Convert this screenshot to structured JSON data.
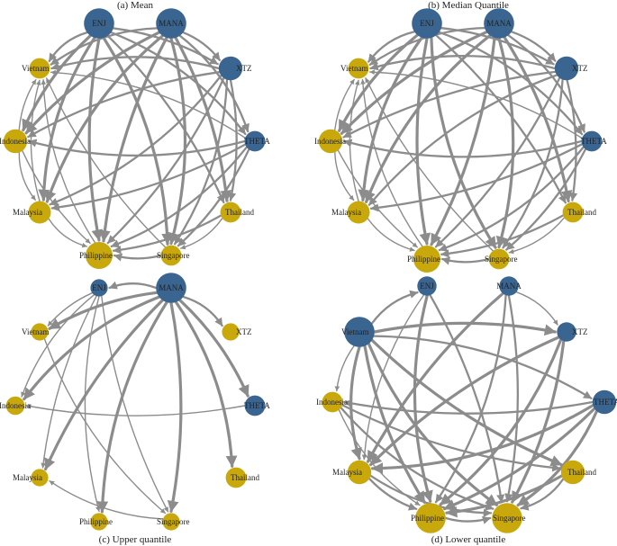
{
  "colors": {
    "crypto": "#3a6590",
    "country": "#c9a80c",
    "edge": "#8c8c8c"
  },
  "panels": [
    {
      "id": "mean",
      "caption": "(a)  Mean",
      "nodes": [
        {
          "key": "ENJ",
          "label": "ENJ",
          "group": "crypto",
          "size": 3
        },
        {
          "key": "MANA",
          "label": "MANA",
          "group": "crypto",
          "size": 3
        },
        {
          "key": "XTZ",
          "label": "XTZ",
          "group": "crypto",
          "size": 2
        },
        {
          "key": "THETA",
          "label": "THETA",
          "group": "crypto",
          "size": 1.5
        },
        {
          "key": "Thailand",
          "label": "Thailand",
          "group": "country",
          "size": 1.5
        },
        {
          "key": "Singapore",
          "label": "Singapore",
          "group": "country",
          "size": 1.5
        },
        {
          "key": "Philippine",
          "label": "Philippine",
          "group": "country",
          "size": 2.5
        },
        {
          "key": "Malaysia",
          "label": "Malaysia",
          "group": "country",
          "size": 1.8
        },
        {
          "key": "Indonesia",
          "label": "Indonesia",
          "group": "country",
          "size": 2
        },
        {
          "key": "Vietnam",
          "label": "Vietnam",
          "group": "country",
          "size": 1.5
        }
      ],
      "edges": [
        {
          "from": "ENJ",
          "to": "Vietnam",
          "weight": 2
        },
        {
          "from": "ENJ",
          "to": "Indonesia",
          "weight": 3
        },
        {
          "from": "ENJ",
          "to": "Malaysia",
          "weight": 3
        },
        {
          "from": "ENJ",
          "to": "Philippine",
          "weight": 3
        },
        {
          "from": "ENJ",
          "to": "Singapore",
          "weight": 3
        },
        {
          "from": "ENJ",
          "to": "Thailand",
          "weight": 2
        },
        {
          "from": "ENJ",
          "to": "THETA",
          "weight": 2
        },
        {
          "from": "ENJ",
          "to": "XTZ",
          "weight": 2
        },
        {
          "from": "MANA",
          "to": "Vietnam",
          "weight": 2
        },
        {
          "from": "MANA",
          "to": "Indonesia",
          "weight": 3
        },
        {
          "from": "MANA",
          "to": "Malaysia",
          "weight": 3
        },
        {
          "from": "MANA",
          "to": "Philippine",
          "weight": 3
        },
        {
          "from": "MANA",
          "to": "Singapore",
          "weight": 3
        },
        {
          "from": "MANA",
          "to": "Thailand",
          "weight": 3
        },
        {
          "from": "MANA",
          "to": "THETA",
          "weight": 2
        },
        {
          "from": "MANA",
          "to": "XTZ",
          "weight": 2
        },
        {
          "from": "XTZ",
          "to": "Vietnam",
          "weight": 2
        },
        {
          "from": "XTZ",
          "to": "Indonesia",
          "weight": 2
        },
        {
          "from": "XTZ",
          "to": "Malaysia",
          "weight": 2
        },
        {
          "from": "XTZ",
          "to": "Philippine",
          "weight": 2
        },
        {
          "from": "XTZ",
          "to": "Singapore",
          "weight": 2
        },
        {
          "from": "XTZ",
          "to": "Thailand",
          "weight": 2
        },
        {
          "from": "THETA",
          "to": "Indonesia",
          "weight": 2
        },
        {
          "from": "THETA",
          "to": "Malaysia",
          "weight": 2
        },
        {
          "from": "THETA",
          "to": "Philippine",
          "weight": 2
        },
        {
          "from": "THETA",
          "to": "Singapore",
          "weight": 2
        },
        {
          "from": "THETA",
          "to": "Vietnam",
          "weight": 1
        },
        {
          "from": "Indonesia",
          "to": "Vietnam",
          "weight": 1
        },
        {
          "from": "Indonesia",
          "to": "Malaysia",
          "weight": 1
        },
        {
          "from": "Indonesia",
          "to": "Philippine",
          "weight": 1
        },
        {
          "from": "Malaysia",
          "to": "Philippine",
          "weight": 1
        },
        {
          "from": "Singapore",
          "to": "Philippine",
          "weight": 2
        },
        {
          "from": "Thailand",
          "to": "Singapore",
          "weight": 1
        },
        {
          "from": "Thailand",
          "to": "Philippine",
          "weight": 2
        },
        {
          "from": "Philippine",
          "to": "Vietnam",
          "weight": 1
        },
        {
          "from": "Singapore",
          "to": "Vietnam",
          "weight": 1
        },
        {
          "from": "Malaysia",
          "to": "Vietnam",
          "weight": 1
        }
      ]
    },
    {
      "id": "median",
      "caption": "(b)  Median Quantile",
      "nodes": [
        {
          "key": "ENJ",
          "label": "ENJ",
          "group": "crypto",
          "size": 3
        },
        {
          "key": "MANA",
          "label": "MANA",
          "group": "crypto",
          "size": 3
        },
        {
          "key": "XTZ",
          "label": "XTZ",
          "group": "crypto",
          "size": 2
        },
        {
          "key": "THETA",
          "label": "THETA",
          "group": "crypto",
          "size": 1.5
        },
        {
          "key": "Thailand",
          "label": "Thailand",
          "group": "country",
          "size": 1.5
        },
        {
          "key": "Singapore",
          "label": "Singapore",
          "group": "country",
          "size": 1.5
        },
        {
          "key": "Philippine",
          "label": "Philippine",
          "group": "country",
          "size": 2.5
        },
        {
          "key": "Malaysia",
          "label": "Malaysia",
          "group": "country",
          "size": 1.8
        },
        {
          "key": "Indonesia",
          "label": "Indonesia",
          "group": "country",
          "size": 2
        },
        {
          "key": "Vietnam",
          "label": "Vietnam",
          "group": "country",
          "size": 1.5
        }
      ],
      "edges": [
        {
          "from": "ENJ",
          "to": "Vietnam",
          "weight": 2
        },
        {
          "from": "ENJ",
          "to": "Indonesia",
          "weight": 3
        },
        {
          "from": "ENJ",
          "to": "Malaysia",
          "weight": 3
        },
        {
          "from": "ENJ",
          "to": "Philippine",
          "weight": 3
        },
        {
          "from": "ENJ",
          "to": "Singapore",
          "weight": 3
        },
        {
          "from": "ENJ",
          "to": "Thailand",
          "weight": 2
        },
        {
          "from": "ENJ",
          "to": "THETA",
          "weight": 2
        },
        {
          "from": "ENJ",
          "to": "XTZ",
          "weight": 2
        },
        {
          "from": "MANA",
          "to": "Vietnam",
          "weight": 2
        },
        {
          "from": "MANA",
          "to": "Indonesia",
          "weight": 3
        },
        {
          "from": "MANA",
          "to": "Malaysia",
          "weight": 3
        },
        {
          "from": "MANA",
          "to": "Philippine",
          "weight": 3
        },
        {
          "from": "MANA",
          "to": "Singapore",
          "weight": 3
        },
        {
          "from": "MANA",
          "to": "Thailand",
          "weight": 3
        },
        {
          "from": "MANA",
          "to": "THETA",
          "weight": 2
        },
        {
          "from": "MANA",
          "to": "XTZ",
          "weight": 2
        },
        {
          "from": "XTZ",
          "to": "Vietnam",
          "weight": 2
        },
        {
          "from": "XTZ",
          "to": "Indonesia",
          "weight": 2
        },
        {
          "from": "XTZ",
          "to": "Malaysia",
          "weight": 2
        },
        {
          "from": "XTZ",
          "to": "Philippine",
          "weight": 2
        },
        {
          "from": "XTZ",
          "to": "Singapore",
          "weight": 2
        },
        {
          "from": "XTZ",
          "to": "Thailand",
          "weight": 2
        },
        {
          "from": "THETA",
          "to": "Indonesia",
          "weight": 2
        },
        {
          "from": "THETA",
          "to": "Malaysia",
          "weight": 2
        },
        {
          "from": "THETA",
          "to": "Philippine",
          "weight": 2
        },
        {
          "from": "THETA",
          "to": "Singapore",
          "weight": 2
        },
        {
          "from": "THETA",
          "to": "Vietnam",
          "weight": 1
        },
        {
          "from": "Indonesia",
          "to": "Vietnam",
          "weight": 1
        },
        {
          "from": "Indonesia",
          "to": "Malaysia",
          "weight": 1
        },
        {
          "from": "Indonesia",
          "to": "Philippine",
          "weight": 1
        },
        {
          "from": "Malaysia",
          "to": "Philippine",
          "weight": 1
        },
        {
          "from": "Singapore",
          "to": "Philippine",
          "weight": 2
        },
        {
          "from": "Thailand",
          "to": "Singapore",
          "weight": 1
        },
        {
          "from": "Thailand",
          "to": "Philippine",
          "weight": 2
        },
        {
          "from": "Philippine",
          "to": "Vietnam",
          "weight": 1
        },
        {
          "from": "Singapore",
          "to": "Vietnam",
          "weight": 1
        },
        {
          "from": "Malaysia",
          "to": "Vietnam",
          "weight": 1
        }
      ]
    },
    {
      "id": "upper",
      "caption": "(c)  Upper quantile",
      "nodes": [
        {
          "key": "ENJ",
          "label": "ENJ",
          "group": "crypto",
          "size": 1
        },
        {
          "key": "MANA",
          "label": "MANA",
          "group": "crypto",
          "size": 3
        },
        {
          "key": "XTZ",
          "label": "XTZ",
          "group": "country",
          "size": 1
        },
        {
          "key": "THETA",
          "label": "THETA",
          "group": "crypto",
          "size": 1.5
        },
        {
          "key": "Thailand",
          "label": "Thailand",
          "group": "country",
          "size": 1.5
        },
        {
          "key": "Singapore",
          "label": "Singapore",
          "group": "country",
          "size": 1
        },
        {
          "key": "Philippine",
          "label": "Philippine",
          "group": "country",
          "size": 1
        },
        {
          "key": "Malaysia",
          "label": "Malaysia",
          "group": "country",
          "size": 1
        },
        {
          "key": "Indonesia",
          "label": "Indonesia",
          "group": "country",
          "size": 1.2
        },
        {
          "key": "Vietnam",
          "label": "Vietnam",
          "group": "country",
          "size": 1
        }
      ],
      "edges": [
        {
          "from": "MANA",
          "to": "ENJ",
          "weight": 2
        },
        {
          "from": "MANA",
          "to": "Vietnam",
          "weight": 3
        },
        {
          "from": "MANA",
          "to": "Indonesia",
          "weight": 3
        },
        {
          "from": "MANA",
          "to": "Malaysia",
          "weight": 3
        },
        {
          "from": "MANA",
          "to": "Philippine",
          "weight": 3
        },
        {
          "from": "MANA",
          "to": "Singapore",
          "weight": 3
        },
        {
          "from": "MANA",
          "to": "Thailand",
          "weight": 3
        },
        {
          "from": "MANA",
          "to": "THETA",
          "weight": 3
        },
        {
          "from": "MANA",
          "to": "XTZ",
          "weight": 2
        },
        {
          "from": "ENJ",
          "to": "Vietnam",
          "weight": 1
        },
        {
          "from": "ENJ",
          "to": "Indonesia",
          "weight": 1
        },
        {
          "from": "ENJ",
          "to": "Malaysia",
          "weight": 1
        },
        {
          "from": "ENJ",
          "to": "Philippine",
          "weight": 1
        },
        {
          "from": "ENJ",
          "to": "Singapore",
          "weight": 1
        },
        {
          "from": "Vietnam",
          "to": "Singapore",
          "weight": 1
        },
        {
          "from": "THETA",
          "to": "Indonesia",
          "weight": 1
        },
        {
          "from": "Singapore",
          "to": "Malaysia",
          "weight": 1
        }
      ]
    },
    {
      "id": "lower",
      "caption": "(d)  Lower quantile",
      "nodes": [
        {
          "key": "ENJ",
          "label": "ENJ",
          "group": "crypto",
          "size": 1.3
        },
        {
          "key": "MANA",
          "label": "MANA",
          "group": "crypto",
          "size": 1.3
        },
        {
          "key": "XTZ",
          "label": "XTZ",
          "group": "crypto",
          "size": 1.3
        },
        {
          "key": "THETA",
          "label": "THETA",
          "group": "crypto",
          "size": 2
        },
        {
          "key": "Thailand",
          "label": "Thailand",
          "group": "country",
          "size": 2
        },
        {
          "key": "Singapore",
          "label": "Singapore",
          "group": "country",
          "size": 3
        },
        {
          "key": "Philippine",
          "label": "Philippine",
          "group": "country",
          "size": 3
        },
        {
          "key": "Malaysia",
          "label": "Malaysia",
          "group": "country",
          "size": 2
        },
        {
          "key": "Indonesia",
          "label": "Indonesia",
          "group": "country",
          "size": 1.5
        },
        {
          "key": "Vietnam",
          "label": "Vietnam",
          "group": "crypto",
          "size": 3
        }
      ],
      "edges": [
        {
          "from": "Vietnam",
          "to": "ENJ",
          "weight": 2
        },
        {
          "from": "Vietnam",
          "to": "XTZ",
          "weight": 3
        },
        {
          "from": "Vietnam",
          "to": "THETA",
          "weight": 2
        },
        {
          "from": "Vietnam",
          "to": "Thailand",
          "weight": 3
        },
        {
          "from": "Vietnam",
          "to": "Singapore",
          "weight": 3
        },
        {
          "from": "Vietnam",
          "to": "Philippine",
          "weight": 3
        },
        {
          "from": "Vietnam",
          "to": "Malaysia",
          "weight": 3
        },
        {
          "from": "Vietnam",
          "to": "Indonesia",
          "weight": 1
        },
        {
          "from": "ENJ",
          "to": "Philippine",
          "weight": 3
        },
        {
          "from": "ENJ",
          "to": "Singapore",
          "weight": 2
        },
        {
          "from": "ENJ",
          "to": "Malaysia",
          "weight": 1
        },
        {
          "from": "MANA",
          "to": "Malaysia",
          "weight": 3
        },
        {
          "from": "MANA",
          "to": "Philippine",
          "weight": 2
        },
        {
          "from": "MANA",
          "to": "Singapore",
          "weight": 2
        },
        {
          "from": "MANA",
          "to": "XTZ",
          "weight": 1
        },
        {
          "from": "XTZ",
          "to": "Malaysia",
          "weight": 3
        },
        {
          "from": "XTZ",
          "to": "Philippine",
          "weight": 3
        },
        {
          "from": "XTZ",
          "to": "Singapore",
          "weight": 3
        },
        {
          "from": "THETA",
          "to": "Malaysia",
          "weight": 3
        },
        {
          "from": "THETA",
          "to": "Philippine",
          "weight": 3
        },
        {
          "from": "THETA",
          "to": "Singapore",
          "weight": 3
        },
        {
          "from": "THETA",
          "to": "Indonesia",
          "weight": 2
        },
        {
          "from": "Indonesia",
          "to": "Singapore",
          "weight": 2
        },
        {
          "from": "Indonesia",
          "to": "Thailand",
          "weight": 2
        },
        {
          "from": "Indonesia",
          "to": "Philippine",
          "weight": 1
        },
        {
          "from": "Thailand",
          "to": "Philippine",
          "weight": 3
        },
        {
          "from": "Thailand",
          "to": "Singapore",
          "weight": 2
        },
        {
          "from": "Philippine",
          "to": "Singapore",
          "weight": 2
        },
        {
          "from": "Malaysia",
          "to": "Singapore",
          "weight": 2
        },
        {
          "from": "Malaysia",
          "to": "Philippine",
          "weight": 2
        }
      ]
    }
  ]
}
